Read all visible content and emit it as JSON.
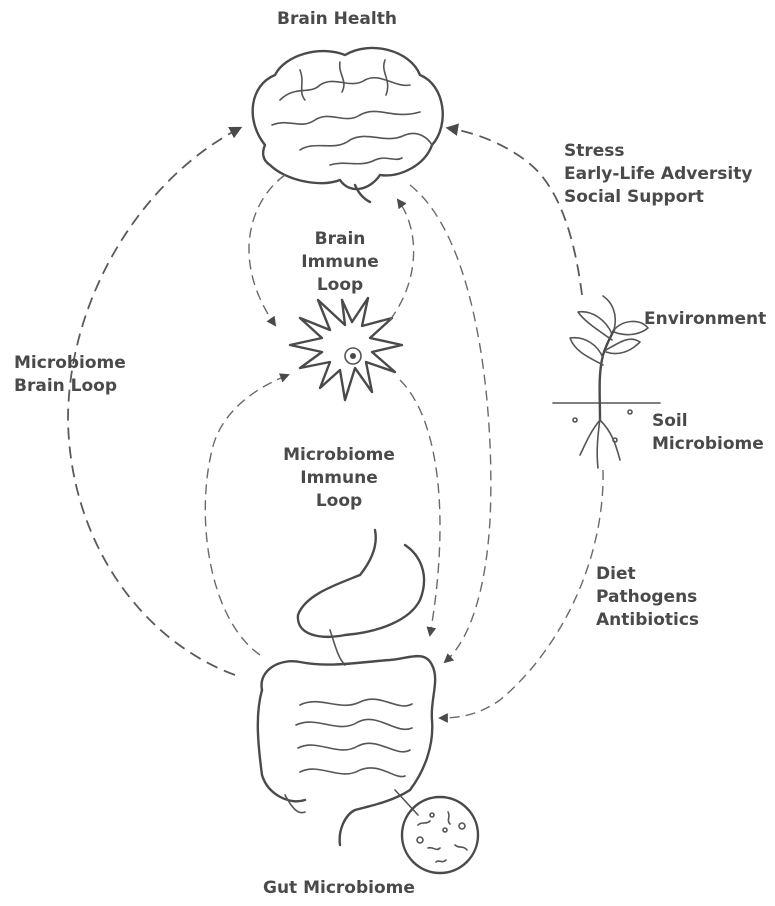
{
  "labels": {
    "brain_health": "Brain Health",
    "brain_immune_loop": [
      "Brain",
      "Immune",
      "Loop"
    ],
    "microbiome_brain_loop": [
      "Microbiome",
      "Brain Loop"
    ],
    "microbiome_immune_loop": [
      "Microbiome",
      "Immune",
      "Loop"
    ],
    "environmental_factors": [
      "Stress",
      "Early-Life Adversity",
      "Social Support"
    ],
    "environment": "Environment",
    "soil_microbiome": [
      "Soil",
      "Microbiome"
    ],
    "gut_inputs": [
      "Diet",
      "Pathogens",
      "Antibiotics"
    ],
    "gut_microbiome": "Gut Microbiome"
  },
  "icons": {
    "brain": "brain-icon",
    "immune_cell": "immune-cell-icon",
    "plant": "plant-icon",
    "gut": "digestive-tract-icon",
    "microbes": "microbe-magnifier-icon"
  },
  "colors": {
    "ink": "#4a4a4a",
    "arrow": "#5a5a5a",
    "background": "#ffffff"
  }
}
